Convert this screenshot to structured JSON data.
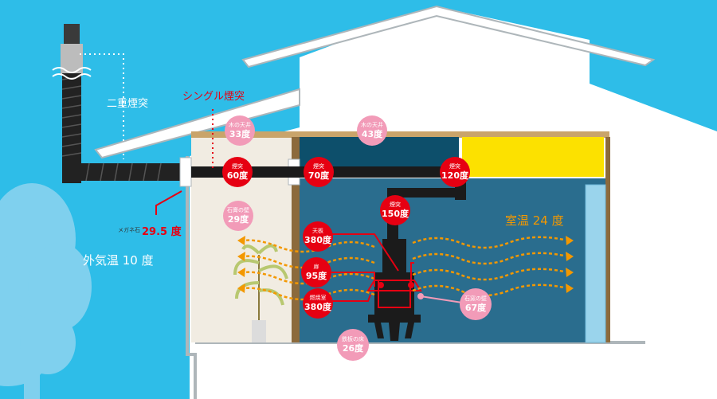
{
  "labels": {
    "double_chimney": "二重煙突",
    "single_chimney": "シングル煙突",
    "outside_temp": "外気温 10 度",
    "room_temp": "室温 24 度",
    "megane_name": "メガネ石",
    "megane_value": "29.5 度"
  },
  "bubbles": {
    "ceiling_left": {
      "name": "木の天井",
      "value": "33度"
    },
    "ceiling_right": {
      "name": "木の天井",
      "value": "43度"
    },
    "flue_60": {
      "name": "煙突",
      "value": "60度"
    },
    "flue_70": {
      "name": "煙突",
      "value": "70度"
    },
    "flue_120": {
      "name": "煙突",
      "value": "120度"
    },
    "flue_150": {
      "name": "煙突",
      "value": "150度"
    },
    "plaster_wall": {
      "name": "石膏の壁",
      "value": "29度"
    },
    "stove_top": {
      "name": "天板",
      "value": "380度"
    },
    "stove_side": {
      "name": "扉",
      "value": "95度"
    },
    "stove_front": {
      "name": "燃焼室",
      "value": "380度"
    },
    "brick_wall": {
      "name": "石窯の壁",
      "value": "67度"
    },
    "floor": {
      "name": "鉄板の床",
      "value": "26度"
    }
  },
  "colors": {
    "sky": "#2ebde8",
    "wall_blue": "#2a6d8e",
    "ceiling_dark": "#0d4f6b",
    "ceiling_yellow": "#fce100",
    "warm_wall": "#f1ece2",
    "red": "#e60012",
    "pink": "#f29bb8",
    "heat_arrow": "#f39800",
    "tree": "#7fd0ee"
  }
}
